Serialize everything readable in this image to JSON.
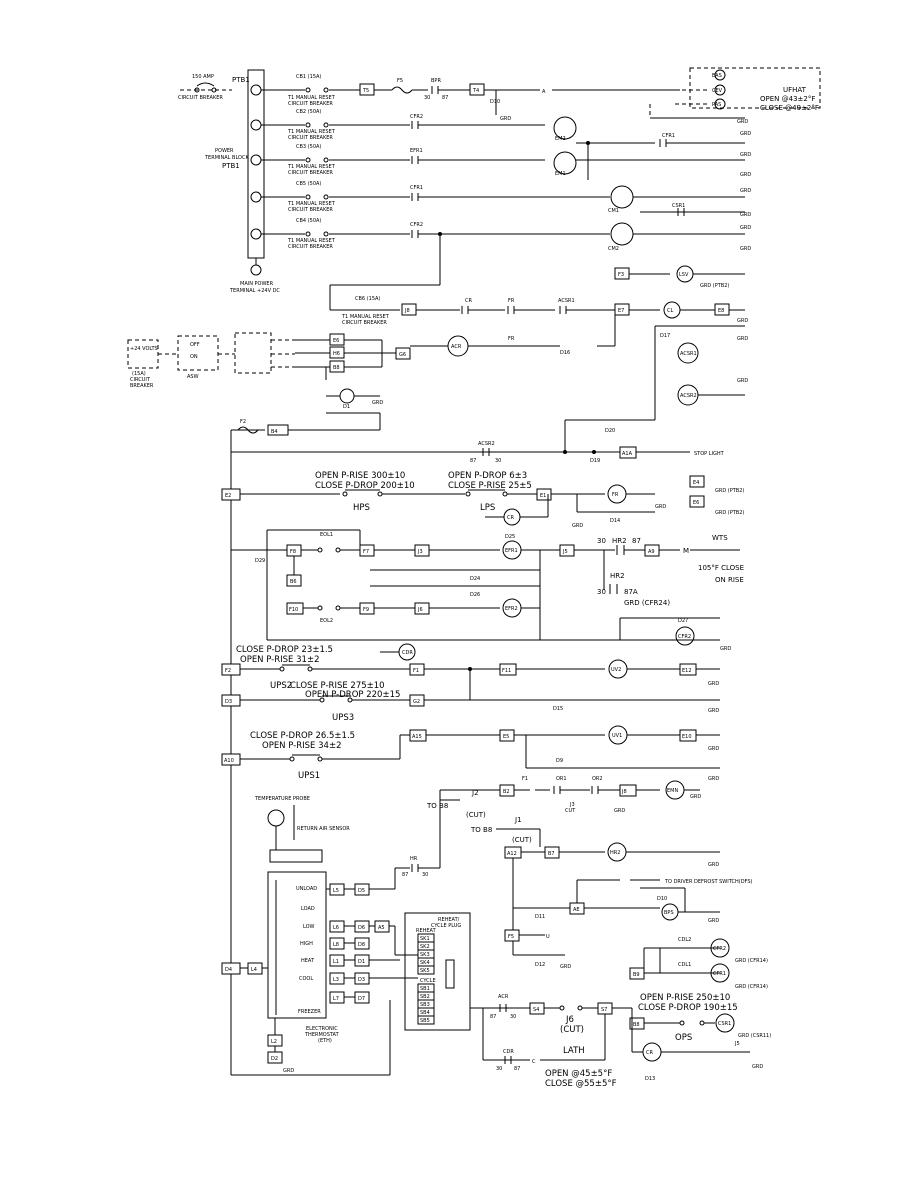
{
  "circuit_breaker_150": {
    "label1": "150 AMP",
    "label2": "CIRCUIT BREAKER"
  },
  "ptb1_label": "PTB1",
  "ptb1_full": [
    "POWER",
    "TERMINAL BLOCK",
    "PTB1"
  ],
  "main_power": [
    "MAIN POWER",
    "TERMINAL +24V DC"
  ],
  "breakers": [
    {
      "name": "CB1 (15A)",
      "l1": "T1 MANUAL RESET",
      "l2": "CIRCUIT BREAKER"
    },
    {
      "name": "CB2 (50A)",
      "l1": "T1 MANUAL RESET",
      "l2": "CIRCUIT BREAKER"
    },
    {
      "name": "CB3 (50A)",
      "l1": "T1 MANUAL RESET",
      "l2": "CIRCUIT BREAKER"
    },
    {
      "name": "CB5 (50A)",
      "l1": "T1 MANUAL RESET",
      "l2": "CIRCUIT BREAKER"
    },
    {
      "name": "CB4 (50A)",
      "l1": "T1 MANUAL RESET",
      "l2": "CIRCUIT BREAKER"
    }
  ],
  "cb6": {
    "name": "CB6 (15A)",
    "l1": "T1 MANUAL RESET",
    "l2": "CIRCUIT BREAKER"
  },
  "ufhat": {
    "name": "UFHAT",
    "open": "OPEN @43±2°F",
    "close": "CLOSE @49±2°F"
  },
  "stop_light": "STOP LIGHT",
  "wts": {
    "name": "WTS",
    "l1": "105°F CLOSE",
    "l2": "ON RISE"
  },
  "hp5": {
    "open": "OPEN P-RISE 300±10",
    "close": "CLOSE P-DROP 200±10",
    "name": "HPS"
  },
  "lp5": {
    "open": "OPEN P-DROP 6±3",
    "close": "CLOSE P-RISE 25±5",
    "name": "LPS"
  },
  "ups2": {
    "l1": "CLOSE P-DROP 23±1.5",
    "l2": "OPEN P-RISE 31±2",
    "name": "UPS2"
  },
  "ups3": {
    "l1": "CLOSE P-RISE 275±10",
    "l2": "OPEN P-DROP 220±15",
    "name": "UPS3"
  },
  "ups1": {
    "l1": "CLOSE P-DROP 26.5±1.5",
    "l2": "OPEN P-RISE 34±2",
    "name": "UPS1"
  },
  "ops": {
    "l1": "OPEN P-RISE 250±10",
    "l2": "CLOSE P-DROP 190±15",
    "name": "OPS"
  },
  "lath": {
    "name": "LATH",
    "open": "OPEN @45±5°F",
    "close": "CLOSE @55±5°F"
  },
  "grd_cfr24": "GRD (CFR24)",
  "driver_defrost": "TO DRIVER DEFROST SWITCH(DFS)",
  "thermostat": {
    "label1": "ELECTRONIC",
    "label2": "THERMOSTAT",
    "label3": "(ETH)",
    "freezer": "FREEZER"
  },
  "thermostat_rows": [
    "UNLOAD",
    "LOAD",
    "LOW",
    "HIGH",
    "HEAT",
    "COOL"
  ],
  "reheat": {
    "title1": "REHEAT/",
    "title2": "CYCLE PLUG",
    "reheat": "REHEAT",
    "cycle": "CYCLE"
  },
  "left_terminals": [
    "E2",
    "F2",
    "D3",
    "A10",
    "D4"
  ],
  "left_box": {
    "l1": "(15A)",
    "l2": "CIRCUIT",
    "l3": "BREAKER"
  },
  "asw": "ASW",
  "j6": {
    "name": "J6",
    "sub": "(CUT)"
  },
  "j2": {
    "name": "J2",
    "sub": "(CUT)",
    "to": "TO B8"
  },
  "j1": {
    "name": "J1",
    "sub": "(CUT)",
    "to": "TO B8"
  },
  "hr2": "HR2",
  "sensors": [
    "TEMPERATURE PROBE",
    "RETURN AIR SENSOR"
  ]
}
